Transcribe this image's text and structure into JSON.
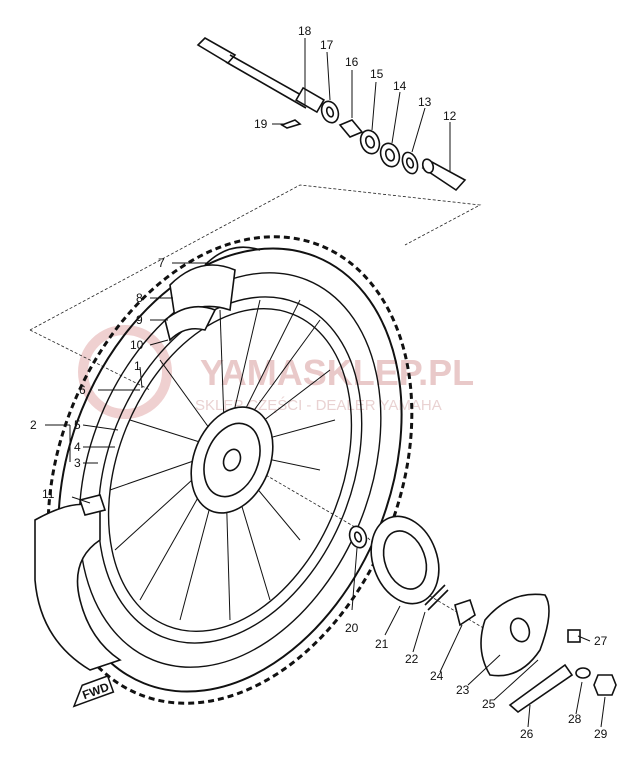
{
  "watermark": {
    "title": "YAMASKLEP.PL",
    "subtitle": "SKLEP CZĘŚCI - DEALER YAMAHA"
  },
  "badge": {
    "text": "FWD"
  },
  "colors": {
    "ink": "#111111",
    "watermark": "#e9c9c9"
  },
  "part_labels": [
    "1",
    "2",
    "3",
    "4",
    "5",
    "6",
    "7",
    "8",
    "9",
    "10",
    "11",
    "12",
    "13",
    "14",
    "15",
    "16",
    "17",
    "18",
    "19",
    "20",
    "21",
    "22",
    "23",
    "24",
    "25",
    "26",
    "27",
    "28",
    "29"
  ]
}
